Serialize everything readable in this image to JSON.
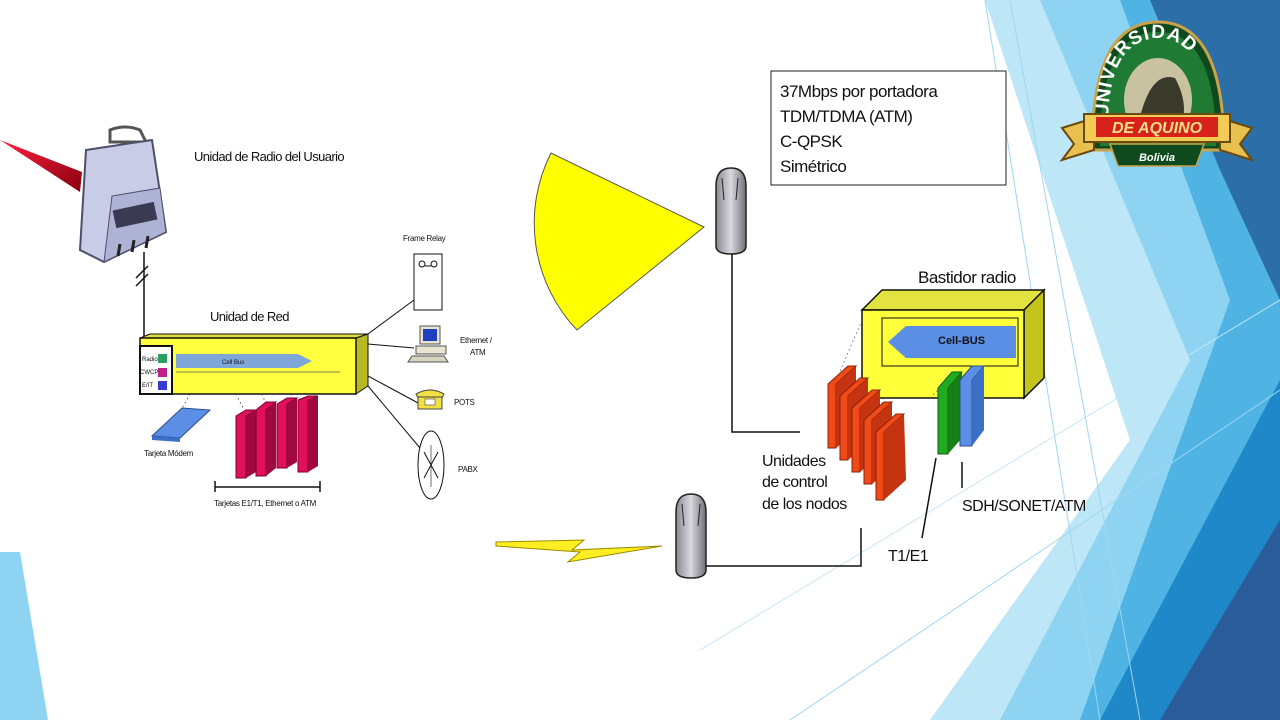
{
  "slide": {
    "logo": {
      "arc_text": "UNIVERSIDAD",
      "banner_text": "DE AQUINO",
      "country_text": "Bolivia"
    },
    "left_diagram": {
      "user_radio_unit_label": "Unidad de Radio del Usuario",
      "network_unit_label": "Unidad de Red",
      "cell_bus_label": "Cell Bus",
      "slot_labels": [
        "Radio",
        "CWCP",
        "E/IT"
      ],
      "frame_relay_label": "Frame Relay",
      "ethernet_atm_label_line1": "Ethernet /",
      "ethernet_atm_label_line2": "ATM",
      "pots_label": "POTS",
      "pabx_label": "PABX",
      "modem_card_label": "Tarjeta Módem",
      "cards_label": "Tarjetas E1/T1, Ethernet o ATM"
    },
    "right_diagram": {
      "spec_box_lines": [
        "37Mbps por portadora",
        "TDM/TDMA (ATM)",
        "C-QPSK",
        "Simétrico"
      ],
      "radio_rack_label": "Bastidor radio",
      "cell_bus_label": "Cell-BUS",
      "node_control_lines": [
        "Unidades",
        "de control",
        "de los nodos"
      ],
      "t1e1_label": "T1/E1",
      "sdh_label": "SDH/SONET/ATM"
    },
    "colors": {
      "beam_yellow": "#FFFF00",
      "device_gray": "#B8B8C0",
      "red_cards": "#E0105A",
      "orange_cards": "#F04A18",
      "green_card": "#22AA22",
      "blue_card": "#5B8FE6",
      "frame_accent_light": "#9FDCF4",
      "frame_accent_dark": "#1E88C8"
    }
  }
}
